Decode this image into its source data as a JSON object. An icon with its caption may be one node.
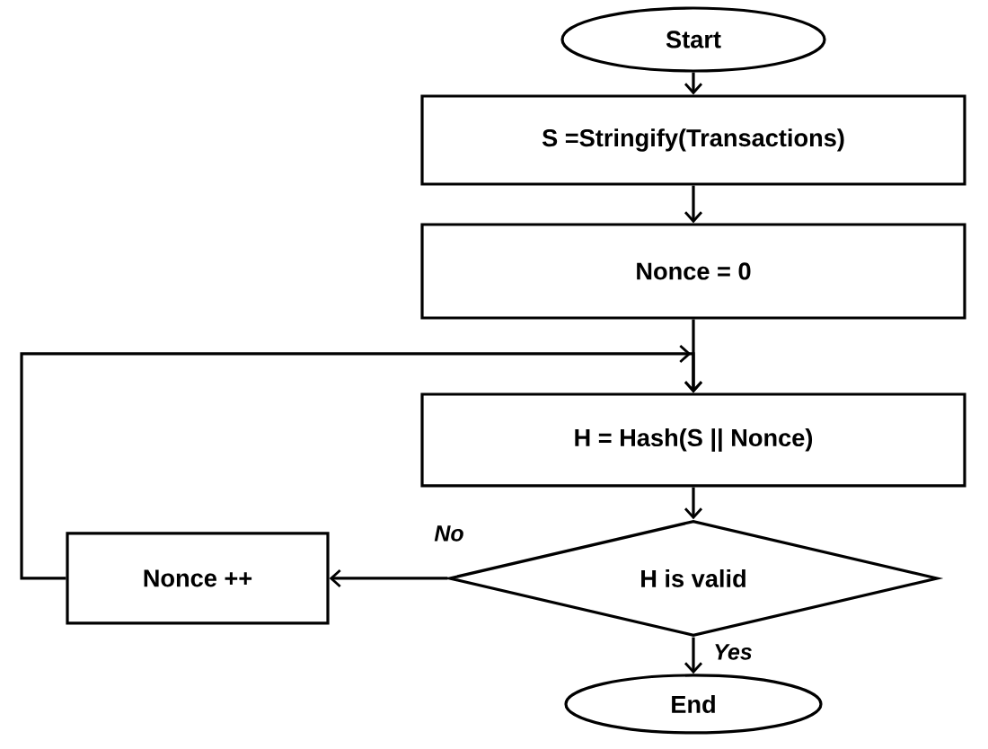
{
  "diagram": {
    "nodes": [
      {
        "text": [
          "Start"
        ]
      },
      {
        "text": [
          "S =Stringify(Transactions)"
        ]
      },
      {
        "text": [
          "Nonce = 0"
        ]
      },
      {
        "text": [
          "H = Hash(S || Nonce)"
        ]
      },
      {
        "text": [
          "H is valid"
        ]
      },
      {
        "text": [
          "Nonce ++"
        ]
      },
      {
        "text": [
          "End"
        ]
      }
    ],
    "edges": [
      {
        "from": 0,
        "to": 1,
        "arrow": "to"
      },
      {
        "from": 1,
        "to": 2,
        "arrow": "to"
      },
      {
        "from": 2,
        "to": 3,
        "arrow": "to"
      },
      {
        "from": 3,
        "to": 4,
        "arrow": "to"
      },
      {
        "from": 4,
        "to": 5,
        "label": "No",
        "arrow": "to"
      },
      {
        "from": 5,
        "to": 3,
        "arrow": "to"
      },
      {
        "from": 4,
        "to": 6,
        "label": "Yes",
        "arrow": "to"
      }
    ]
  }
}
